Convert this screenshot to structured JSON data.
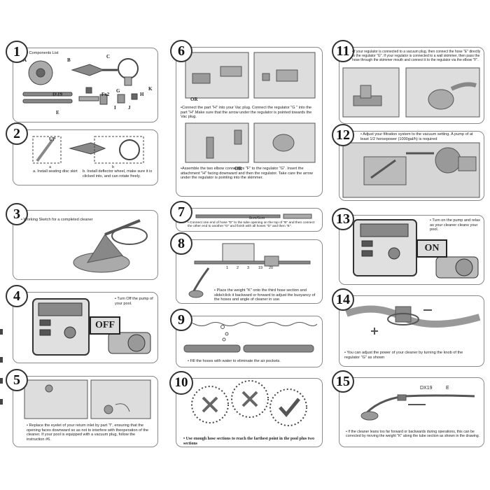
{
  "steps": {
    "s1": {
      "num": "1",
      "text": "Components List",
      "labels": {
        "a": "A",
        "b": "B",
        "c": "C",
        "d": "D",
        "e": "E",
        "dx19": "D\\19",
        "fx2": "Fx2",
        "g": "G",
        "h": "H",
        "k": "K",
        "i": "I",
        "j": "J"
      }
    },
    "s2": {
      "num": "2",
      "text_a": "a. Install seating disc skirt",
      "text_b": "b. Install deflector wheel, make sure it is clicked into, and can rotate freely.",
      "up": "UP",
      "a": "a",
      "b": "b"
    },
    "s3": {
      "num": "3",
      "text": "Working Sketch for a completed cleaner"
    },
    "s4": {
      "num": "4",
      "text": "Turn Off the pump of your pool.",
      "button": "OFF"
    },
    "s5": {
      "num": "5",
      "text": "Replace the eyelet of your return inlet by part \"I\", ensuring that the opening faces downward so as not to interfere with theoperation of the cleaner. If your pool is equipped with a vacuum plug, follow the instruction #6."
    },
    "s6": {
      "num": "6",
      "or1": "OR",
      "or2": "OR",
      "text1": "Connect the part \"H\" into your Vac plug. Connect the regulator \"G \" into the part \"H\".Make sure that the arrow under the regulator is pointed towards the Vac plug.",
      "text2": "Assemble the two elbow connectors \"F\" to the regulator \"G\". Insert the attachment \"H\" facing downward and then the regulator. Take care the arrow under the regulator is pointing into the skimmer."
    },
    "s7": {
      "num": "7",
      "text": "Connect one end of hose \"D\" to the tube opening on the top of \"B\" and then connect the other end to another \"D\" and finish with all hoses \"D\" and then \"E\".",
      "marks": "8cm/6cm"
    },
    "s8": {
      "num": "8",
      "text": "Place the weight \"K\" onto the third hose section and slide/click it backward or forward to adjust the buoyancy of the hoses and angle of cleaner in use.",
      "marks": [
        "1",
        "2",
        "3",
        "19",
        "20"
      ]
    },
    "s9": {
      "num": "9",
      "text": "Fill the hoses with water to eliminate the air pockets."
    },
    "s10": {
      "num": "10",
      "text": "Use enough hose sections to reach the farthest point in the pool plus two sections"
    },
    "s11": {
      "num": "11",
      "text": "If your regulator is connected to a vacuum plug, then connect the hose \"E\" directly to the regulator \"G\". If your regulator is connected to a wall skimmer, then pass the hose through the skimmer mouth and connect it to the regulator via the elbow \"F\"."
    },
    "s12": {
      "num": "12",
      "text": "Adjust your filtration system to the vacuum setting. A pump of at least 1/2 horsepower (1000gal/h) is required"
    },
    "s13": {
      "num": "13",
      "text": "Turn on the pump and relax as your cleaner cleans your pool.",
      "button": "ON"
    },
    "s14": {
      "num": "14",
      "text": "You can adjust the power of your cleaner by turning the knob of the regulator \"G\" as shown"
    },
    "s15": {
      "num": "15",
      "text": "If the cleaner leans too far forward or backwards during operations, this can be corrected by moving the weight \"K\" along the tube section as shown in the drawing.",
      "dx19": "DX19",
      "e": "E"
    }
  }
}
